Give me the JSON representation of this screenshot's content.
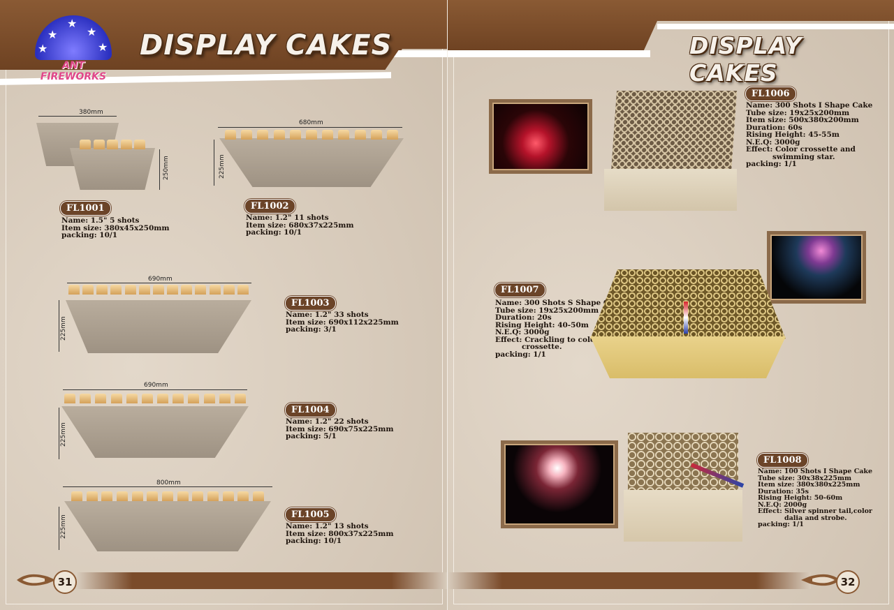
{
  "brand": {
    "logo_text": "ANT FIREWORKS"
  },
  "left_page": {
    "title": "DISPLAY CAKES",
    "page_number": "31",
    "products": [
      {
        "code": "FL1001",
        "specs": [
          "Name: 1.5\" 5 shots",
          "Item size: 380x45x250mm",
          "packing: 10/1"
        ],
        "dims": {
          "width": "380mm",
          "height": "250mm"
        }
      },
      {
        "code": "FL1002",
        "specs": [
          "Name: 1.2\" 11 shots",
          "Item size: 680x37x225mm",
          "packing: 10/1"
        ],
        "dims": {
          "width": "680mm",
          "height": "225mm"
        }
      },
      {
        "code": "FL1003",
        "specs": [
          "Name: 1.2\" 33 shots",
          "Item size: 690x112x225mm",
          "packing: 3/1"
        ],
        "dims": {
          "width": "690mm",
          "height": "225mm"
        }
      },
      {
        "code": "FL1004",
        "specs": [
          "Name: 1.2\" 22 shots",
          "Item size: 690x75x225mm",
          "packing: 5/1"
        ],
        "dims": {
          "width": "690mm",
          "height": "225mm"
        }
      },
      {
        "code": "FL1005",
        "specs": [
          "Name: 1.2\" 13 shots",
          "Item size: 800x37x225mm",
          "packing: 10/1"
        ],
        "dims": {
          "width": "800mm",
          "height": "225mm"
        }
      }
    ]
  },
  "right_page": {
    "title": "DISPLAY CAKES",
    "page_number": "32",
    "products": [
      {
        "code": "FL1006",
        "specs": [
          "Name: 300 Shots I Shape Cake",
          "Tube size: 19x25x200mm",
          "Item size: 500x380x200mm",
          "Duration: 60s",
          "Rising Height: 45-55m",
          "N.E.Q: 3000g",
          "Effect: Color crossette and",
          "swimming star.",
          "packing: 1/1"
        ]
      },
      {
        "code": "FL1007",
        "specs": [
          "Name: 300 Shots S Shape Cake",
          "Tube size: 19x25x200mm",
          "Duration: 20s",
          "Rising Height: 40-50m",
          "N.E.Q: 3000g",
          "Effect: Crackling to color",
          "crossette.",
          "packing: 1/1"
        ]
      },
      {
        "code": "FL1008",
        "specs": [
          "Name: 100 Shots I Shape Cake",
          "Tube size: 30x38x225mm",
          "Item size: 380x380x225mm",
          "Duration: 35s",
          "Rising Height: 50-60m",
          "N.E.Q: 2000g",
          "Effect: Silver spinner tail,color",
          "dalia and strobe.",
          "packing: 1/1"
        ]
      }
    ]
  },
  "colors": {
    "band": "#7a4b2a",
    "badge": "#6b4428",
    "background": "#d8ccbd"
  }
}
